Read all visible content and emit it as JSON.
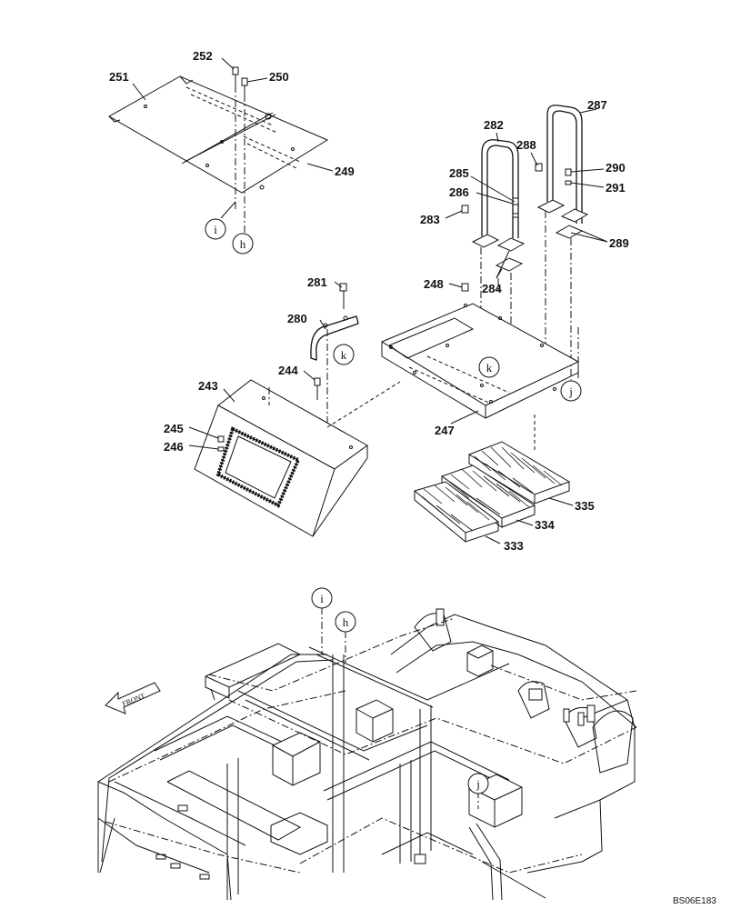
{
  "part_labels": {
    "p251": "251",
    "p252": "252",
    "p250": "250",
    "p249": "249",
    "p282": "282",
    "p287": "287",
    "p288": "288",
    "p290": "290",
    "p291": "291",
    "p285": "285",
    "p286": "286",
    "p283": "283",
    "p289": "289",
    "p284": "284",
    "p281": "281",
    "p280": "280",
    "p248": "248",
    "p244": "244",
    "p243": "243",
    "p245": "245",
    "p246": "246",
    "p247": "247",
    "p335": "335",
    "p334": "334",
    "p333": "333"
  },
  "reference_markers": {
    "i_top": "i",
    "h_top": "h",
    "k_left": "k",
    "k_right": "k",
    "j_top": "j",
    "i_bottom": "i",
    "h_bottom": "h",
    "j_bottom": "j"
  },
  "front_arrow": "FRONT",
  "drawing_code": "BS06E183"
}
